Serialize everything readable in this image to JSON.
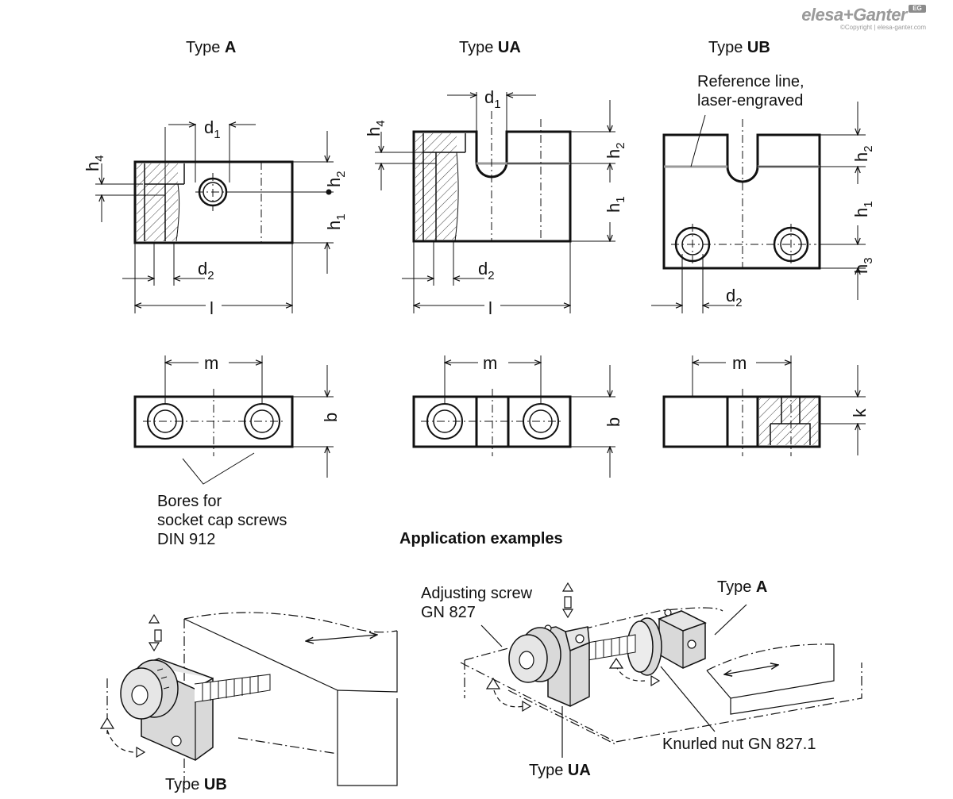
{
  "brand": {
    "name": "elesa+Ganter",
    "badge": "EG",
    "copyright": "©Copyright | elesa-ganter.com"
  },
  "types": {
    "a": {
      "prefix": "Type ",
      "code": "A"
    },
    "ua": {
      "prefix": "Type ",
      "code": "UA"
    },
    "ub": {
      "prefix": "Type ",
      "code": "UB"
    }
  },
  "notes": {
    "reference_line": [
      "Reference line,",
      "laser-engraved"
    ],
    "bores": [
      "Bores for",
      "socket cap screws",
      "DIN 912"
    ],
    "application_heading": "Application examples",
    "adjusting_screw": [
      "Adjusting screw",
      "GN 827"
    ],
    "knurled_nut": "Knurled nut GN 827.1"
  },
  "app_labels": {
    "type_ub": {
      "prefix": "Type ",
      "code": "UB"
    },
    "type_ua": {
      "prefix": "Type ",
      "code": "UA"
    },
    "type_a": {
      "prefix": "Type ",
      "code": "A"
    }
  },
  "dimensions": {
    "d": "d",
    "h": "h",
    "l": "l",
    "m": "m",
    "b": "b",
    "k": "k",
    "sub1": "1",
    "sub2": "2",
    "sub3": "3",
    "sub4": "4"
  },
  "colors": {
    "line": "#111111",
    "part_fill": "#d9d9d9",
    "reference_line": "#9a9a9a"
  }
}
